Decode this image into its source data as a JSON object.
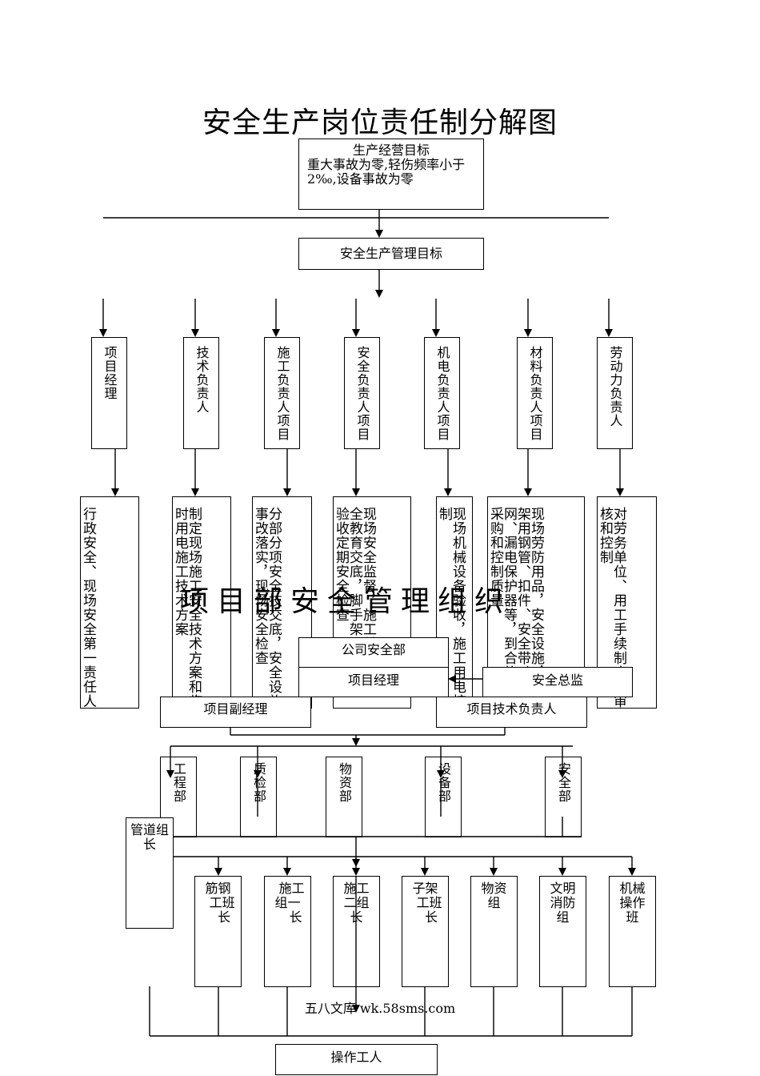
{
  "title": "安全生产岗位责任制分解图",
  "top_goal": {
    "heading": "生产经营目标",
    "line1": "重大事故为零,轻伤频率小于",
    "line2": "2‰,设备事故为零"
  },
  "management_goal": "安全生产管理目标",
  "roles": [
    "项目经理",
    "技术负责人",
    "施工负责人项目",
    "安全负责人项目",
    "机电负责人项目",
    "材料负责人项目",
    "劳动力负责人"
  ],
  "duties": [
    "行政安全、现场安全第一责任人",
    "制定现场施工安全技术方案和临\n时用电施工技术方案",
    "分部分项安全技交底，安全设施\n事改落实，现场安全检查",
    "现场安全监督，施工单位\n全教育交底，脚手架、\n验收定期安全检查",
    "现场机械设备验收，施工用电控\n制",
    "现场劳防用品，安全设施，\n架用钢管、扣件、安全带、\n网、漏电保护器等，到合格\n采购和控制质量",
    "对劳务单位、用工手续制度的审\n核和控制"
  ],
  "background_heading": "项目部安全管理组织",
  "org": {
    "company_safety": "公司安全部",
    "project_manager": "项目经理",
    "safety_director": "安全总监",
    "deputy_manager": "项目副经理",
    "tech_lead": "项目技术负责人"
  },
  "departments": [
    "工程部",
    "质检部",
    "物资部",
    "设备部",
    "安全部"
  ],
  "pipeline_leader": "管道组长",
  "teams": [
    "筋钢\n  工班\n   长",
    "  施工\n组一\n    长",
    "施工\n二组\n长",
    "子架\n  工班\n   长",
    "物资\n组",
    "文明\n消防\n组",
    "机械\n操作\n班"
  ],
  "watermark": "五八文库 wk.58sms.com",
  "workers": "操作工人"
}
